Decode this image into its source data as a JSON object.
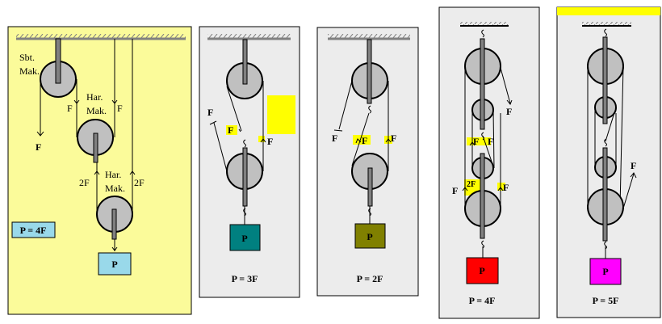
{
  "colors": {
    "panel1_bg": "#fbfb9a",
    "panel_bg": "#ececec",
    "highlight": "#ffff00",
    "box1": "#99d9ea",
    "box2": "#008080",
    "box3": "#808000",
    "box4": "#ff0000",
    "box5": "#ff00ff"
  },
  "panel1": {
    "fixed_label_1": "Sbt.",
    "fixed_label_2": "Mak.",
    "moving1_label_1": "Har.",
    "moving1_label_2": "Mak.",
    "moving2_label_1": "Har.",
    "moving2_label_2": "Mak.",
    "force_F": "F",
    "force_F_left": "F",
    "force_F_right": "F",
    "force_2F_left": "2F",
    "force_2F_right": "2F",
    "load": "P",
    "formula": "P = 4F"
  },
  "panel2": {
    "pull_F": "F",
    "inner_F": "F",
    "right_F": "F",
    "load": "P",
    "formula": "P = 3F"
  },
  "panel3": {
    "pull_F": "F",
    "inner_F": "F",
    "right_F": "F",
    "load": "P",
    "formula": "P = 2F"
  },
  "panel4": {
    "pull_F": "F",
    "mid_F_left": "F",
    "mid_F_right": "F",
    "mid_2F": "2F",
    "low_F_left": "F",
    "low_F_right": "F",
    "load": "P",
    "formula": "P = 4F"
  },
  "panel5": {
    "pull_F": "F",
    "load": "P",
    "formula": "P = 5F"
  }
}
